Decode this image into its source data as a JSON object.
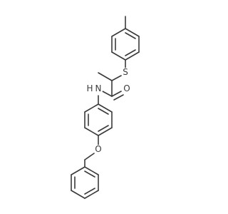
{
  "diagram": {
    "type": "chemical-structure",
    "atom_labels": {
      "sulfur": "S",
      "oxygen_carbonyl": "O",
      "nitrogen": "N",
      "hydrogen_on_n": "H",
      "oxygen_ether": "O"
    },
    "colors": {
      "bond": "#3a3a3a",
      "label": "#3a3a3a",
      "background": "#ffffff"
    }
  }
}
